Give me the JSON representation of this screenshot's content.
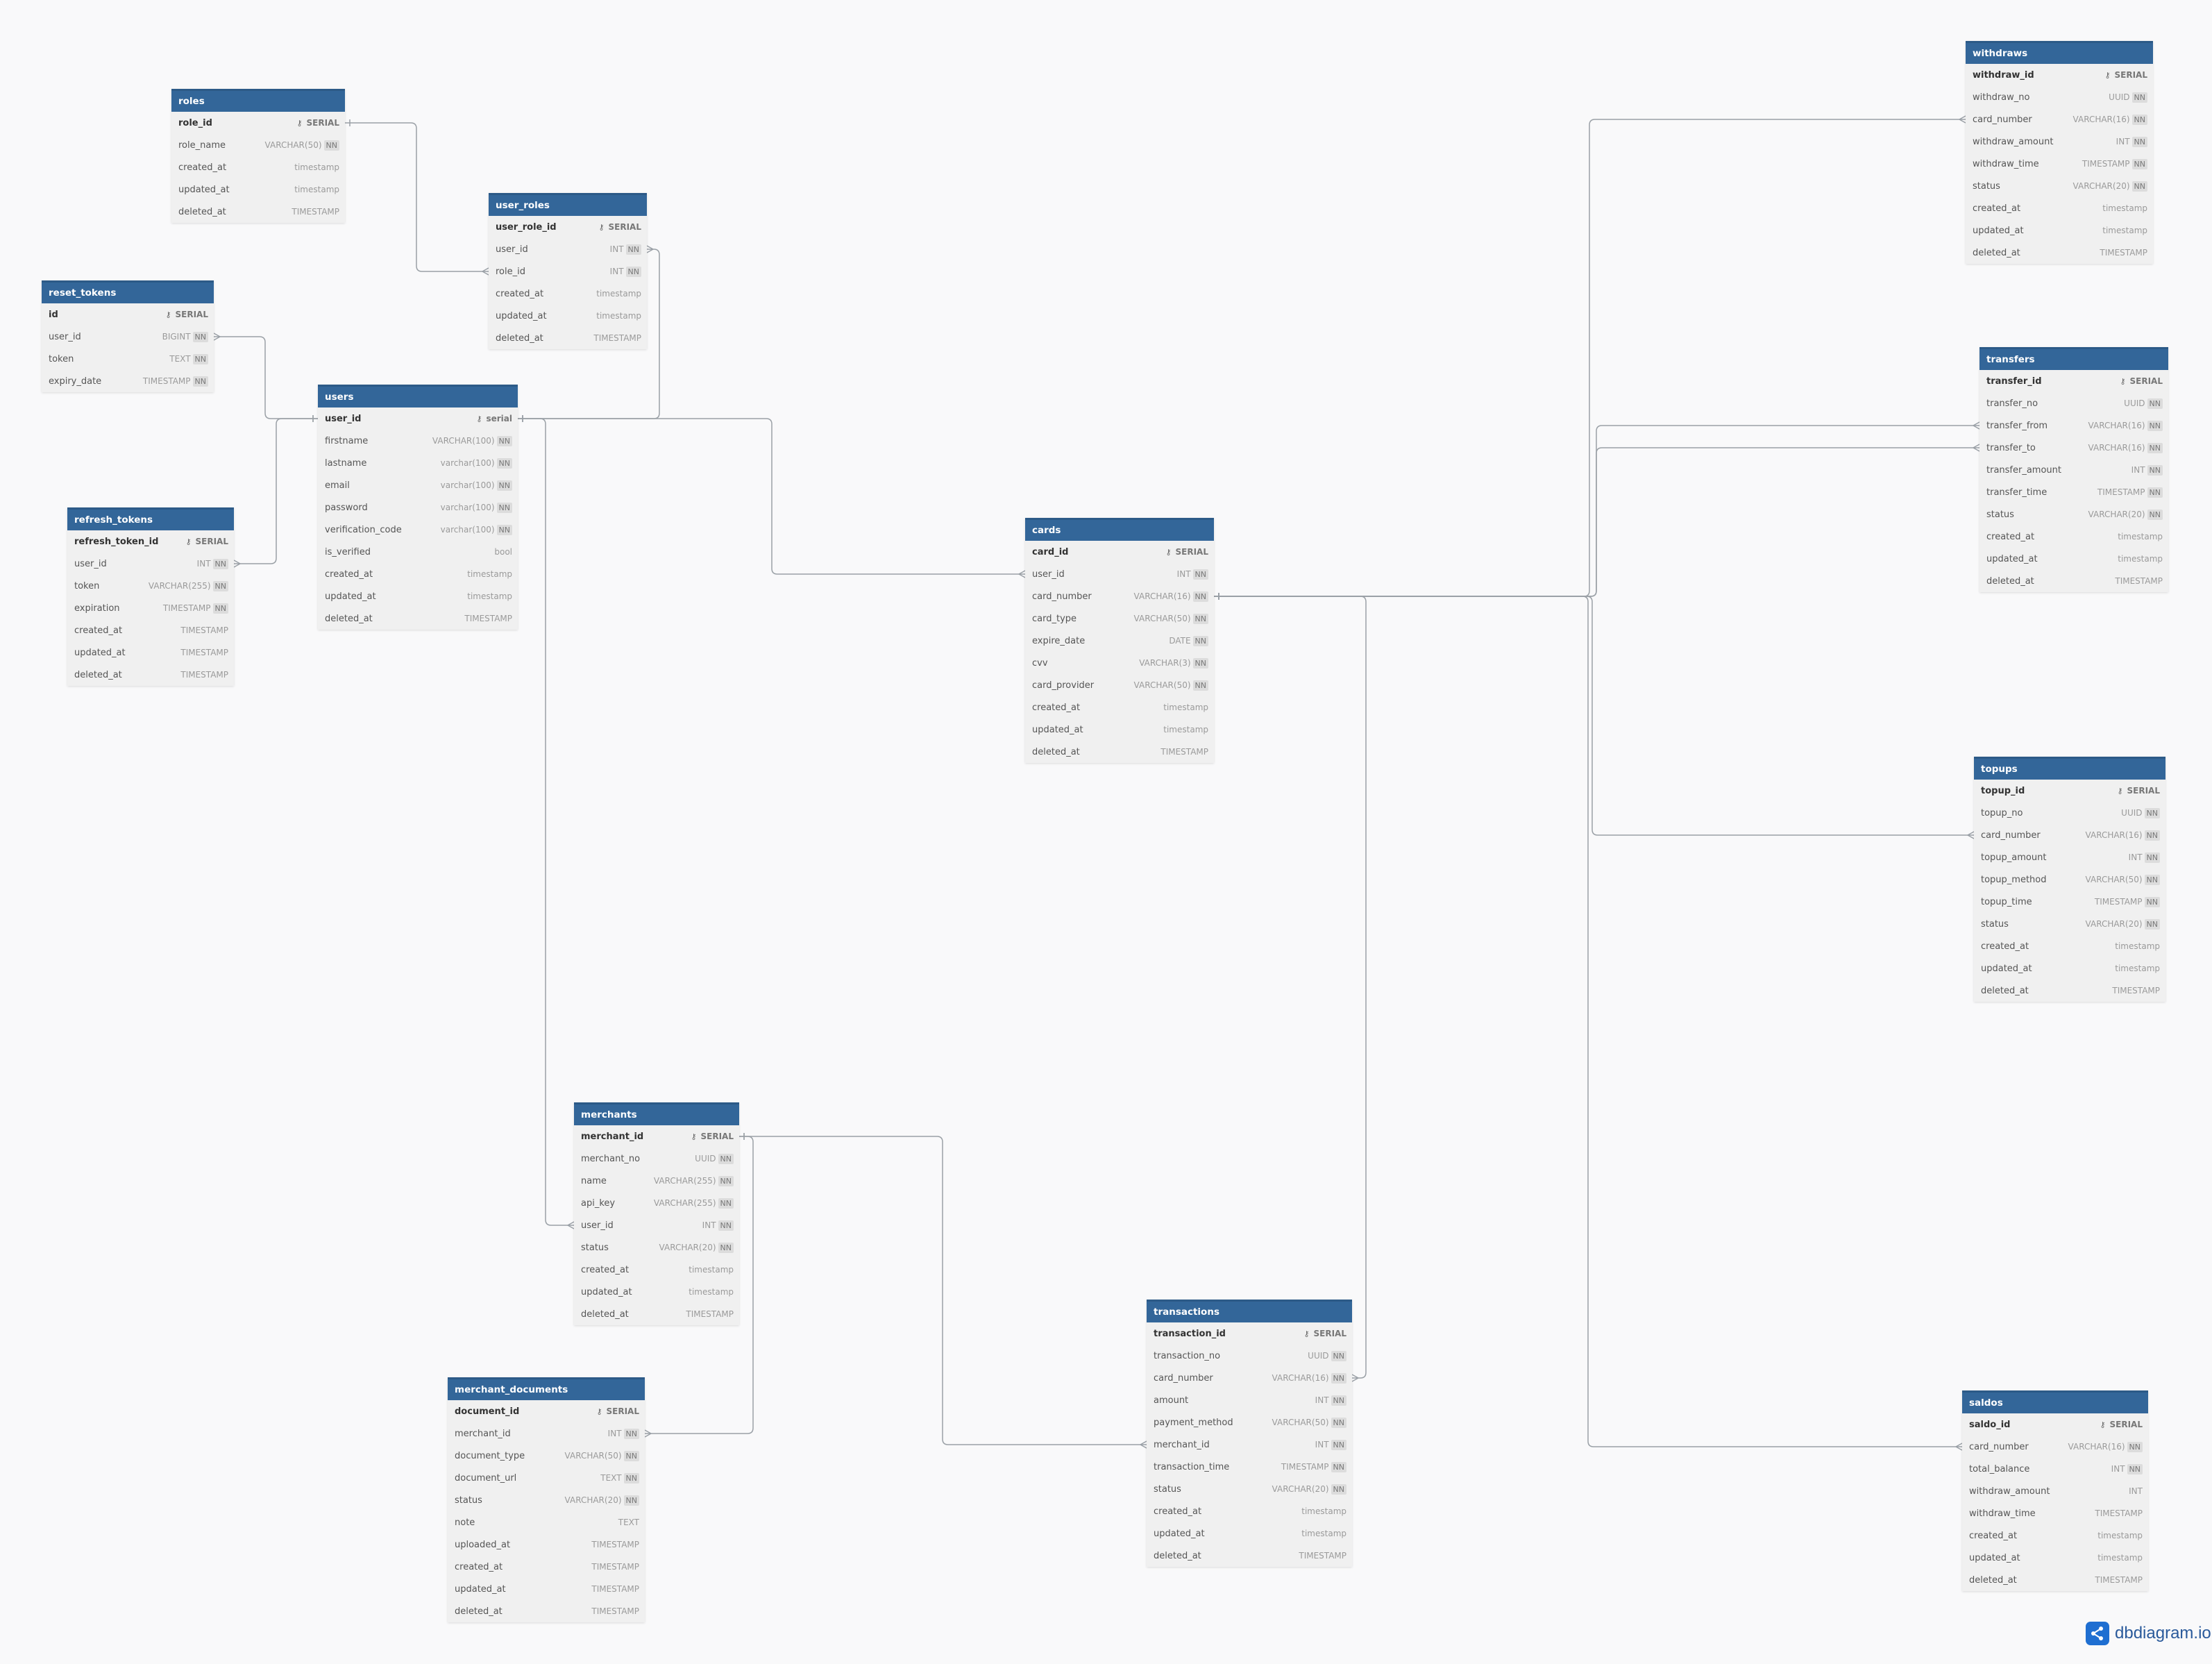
{
  "theme": {
    "header_color": "#336699",
    "line_color": "#9aa0a6",
    "background": "#f9f9fa"
  },
  "brand": {
    "name": "dbdiagram.io",
    "icon": "share-icon"
  },
  "tables": [
    {
      "id": "roles",
      "name": "roles",
      "fields": [
        {
          "name": "role_id",
          "type": "SERIAL",
          "pk": true
        },
        {
          "name": "role_name",
          "type": "VARCHAR(50)",
          "nn": "NN"
        },
        {
          "name": "created_at",
          "type": "timestamp"
        },
        {
          "name": "updated_at",
          "type": "timestamp"
        },
        {
          "name": "deleted_at",
          "type": "TIMESTAMP"
        }
      ]
    },
    {
      "id": "user_roles",
      "name": "user_roles",
      "fields": [
        {
          "name": "user_role_id",
          "type": "SERIAL",
          "pk": true
        },
        {
          "name": "user_id",
          "type": "INT",
          "nn": "NN"
        },
        {
          "name": "role_id",
          "type": "INT",
          "nn": "NN"
        },
        {
          "name": "created_at",
          "type": "timestamp"
        },
        {
          "name": "updated_at",
          "type": "timestamp"
        },
        {
          "name": "deleted_at",
          "type": "TIMESTAMP"
        }
      ]
    },
    {
      "id": "reset_tokens",
      "name": "reset_tokens",
      "fields": [
        {
          "name": "id",
          "type": "SERIAL",
          "pk": true
        },
        {
          "name": "user_id",
          "type": "BIGINT",
          "nn": "NN"
        },
        {
          "name": "token",
          "type": "TEXT",
          "nn": "NN"
        },
        {
          "name": "expiry_date",
          "type": "TIMESTAMP",
          "nn": "NN"
        }
      ]
    },
    {
      "id": "users",
      "name": "users",
      "fields": [
        {
          "name": "user_id",
          "type": "serial",
          "pk": true
        },
        {
          "name": "firstname",
          "type": "VARCHAR(100)",
          "nn": "NN"
        },
        {
          "name": "lastname",
          "type": "varchar(100)",
          "nn": "NN"
        },
        {
          "name": "email",
          "type": "varchar(100)",
          "nn": "NN"
        },
        {
          "name": "password",
          "type": "varchar(100)",
          "nn": "NN"
        },
        {
          "name": "verification_code",
          "type": "varchar(100)",
          "nn": "NN"
        },
        {
          "name": "is_verified",
          "type": "bool"
        },
        {
          "name": "created_at",
          "type": "timestamp"
        },
        {
          "name": "updated_at",
          "type": "timestamp"
        },
        {
          "name": "deleted_at",
          "type": "TIMESTAMP"
        }
      ]
    },
    {
      "id": "refresh_tokens",
      "name": "refresh_tokens",
      "fields": [
        {
          "name": "refresh_token_id",
          "type": "SERIAL",
          "pk": true
        },
        {
          "name": "user_id",
          "type": "INT",
          "nn": "NN"
        },
        {
          "name": "token",
          "type": "VARCHAR(255)",
          "nn": "NN"
        },
        {
          "name": "expiration",
          "type": "TIMESTAMP",
          "nn": "NN"
        },
        {
          "name": "created_at",
          "type": "TIMESTAMP"
        },
        {
          "name": "updated_at",
          "type": "TIMESTAMP"
        },
        {
          "name": "deleted_at",
          "type": "TIMESTAMP"
        }
      ]
    },
    {
      "id": "cards",
      "name": "cards",
      "fields": [
        {
          "name": "card_id",
          "type": "SERIAL",
          "pk": true
        },
        {
          "name": "user_id",
          "type": "INT",
          "nn": "NN"
        },
        {
          "name": "card_number",
          "type": "VARCHAR(16)",
          "nn": "NN"
        },
        {
          "name": "card_type",
          "type": "VARCHAR(50)",
          "nn": "NN"
        },
        {
          "name": "expire_date",
          "type": "DATE",
          "nn": "NN"
        },
        {
          "name": "cvv",
          "type": "VARCHAR(3)",
          "nn": "NN"
        },
        {
          "name": "card_provider",
          "type": "VARCHAR(50)",
          "nn": "NN"
        },
        {
          "name": "created_at",
          "type": "timestamp"
        },
        {
          "name": "updated_at",
          "type": "timestamp"
        },
        {
          "name": "deleted_at",
          "type": "TIMESTAMP"
        }
      ]
    },
    {
      "id": "merchants",
      "name": "merchants",
      "fields": [
        {
          "name": "merchant_id",
          "type": "SERIAL",
          "pk": true
        },
        {
          "name": "merchant_no",
          "type": "UUID",
          "nn": "NN"
        },
        {
          "name": "name",
          "type": "VARCHAR(255)",
          "nn": "NN"
        },
        {
          "name": "api_key",
          "type": "VARCHAR(255)",
          "nn": "NN"
        },
        {
          "name": "user_id",
          "type": "INT",
          "nn": "NN"
        },
        {
          "name": "status",
          "type": "VARCHAR(20)",
          "nn": "NN"
        },
        {
          "name": "created_at",
          "type": "timestamp"
        },
        {
          "name": "updated_at",
          "type": "timestamp"
        },
        {
          "name": "deleted_at",
          "type": "TIMESTAMP"
        }
      ]
    },
    {
      "id": "merchant_documents",
      "name": "merchant_documents",
      "fields": [
        {
          "name": "document_id",
          "type": "SERIAL",
          "pk": true
        },
        {
          "name": "merchant_id",
          "type": "INT",
          "nn": "NN"
        },
        {
          "name": "document_type",
          "type": "VARCHAR(50)",
          "nn": "NN"
        },
        {
          "name": "document_url",
          "type": "TEXT",
          "nn": "NN"
        },
        {
          "name": "status",
          "type": "VARCHAR(20)",
          "nn": "NN"
        },
        {
          "name": "note",
          "type": "TEXT"
        },
        {
          "name": "uploaded_at",
          "type": "TIMESTAMP"
        },
        {
          "name": "created_at",
          "type": "TIMESTAMP"
        },
        {
          "name": "updated_at",
          "type": "TIMESTAMP"
        },
        {
          "name": "deleted_at",
          "type": "TIMESTAMP"
        }
      ]
    },
    {
      "id": "transactions",
      "name": "transactions",
      "fields": [
        {
          "name": "transaction_id",
          "type": "SERIAL",
          "pk": true
        },
        {
          "name": "transaction_no",
          "type": "UUID",
          "nn": "NN"
        },
        {
          "name": "card_number",
          "type": "VARCHAR(16)",
          "nn": "NN"
        },
        {
          "name": "amount",
          "type": "INT",
          "nn": "NN"
        },
        {
          "name": "payment_method",
          "type": "VARCHAR(50)",
          "nn": "NN"
        },
        {
          "name": "merchant_id",
          "type": "INT",
          "nn": "NN"
        },
        {
          "name": "transaction_time",
          "type": "TIMESTAMP",
          "nn": "NN"
        },
        {
          "name": "status",
          "type": "VARCHAR(20)",
          "nn": "NN"
        },
        {
          "name": "created_at",
          "type": "timestamp"
        },
        {
          "name": "updated_at",
          "type": "timestamp"
        },
        {
          "name": "deleted_at",
          "type": "TIMESTAMP"
        }
      ]
    },
    {
      "id": "withdraws",
      "name": "withdraws",
      "fields": [
        {
          "name": "withdraw_id",
          "type": "SERIAL",
          "pk": true
        },
        {
          "name": "withdraw_no",
          "type": "UUID",
          "nn": "NN"
        },
        {
          "name": "card_number",
          "type": "VARCHAR(16)",
          "nn": "NN"
        },
        {
          "name": "withdraw_amount",
          "type": "INT",
          "nn": "NN"
        },
        {
          "name": "withdraw_time",
          "type": "TIMESTAMP",
          "nn": "NN"
        },
        {
          "name": "status",
          "type": "VARCHAR(20)",
          "nn": "NN"
        },
        {
          "name": "created_at",
          "type": "timestamp"
        },
        {
          "name": "updated_at",
          "type": "timestamp"
        },
        {
          "name": "deleted_at",
          "type": "TIMESTAMP"
        }
      ]
    },
    {
      "id": "transfers",
      "name": "transfers",
      "fields": [
        {
          "name": "transfer_id",
          "type": "SERIAL",
          "pk": true
        },
        {
          "name": "transfer_no",
          "type": "UUID",
          "nn": "NN"
        },
        {
          "name": "transfer_from",
          "type": "VARCHAR(16)",
          "nn": "NN"
        },
        {
          "name": "transfer_to",
          "type": "VARCHAR(16)",
          "nn": "NN"
        },
        {
          "name": "transfer_amount",
          "type": "INT",
          "nn": "NN"
        },
        {
          "name": "transfer_time",
          "type": "TIMESTAMP",
          "nn": "NN"
        },
        {
          "name": "status",
          "type": "VARCHAR(20)",
          "nn": "NN"
        },
        {
          "name": "created_at",
          "type": "timestamp"
        },
        {
          "name": "updated_at",
          "type": "timestamp"
        },
        {
          "name": "deleted_at",
          "type": "TIMESTAMP"
        }
      ]
    },
    {
      "id": "topups",
      "name": "topups",
      "fields": [
        {
          "name": "topup_id",
          "type": "SERIAL",
          "pk": true
        },
        {
          "name": "topup_no",
          "type": "UUID",
          "nn": "NN"
        },
        {
          "name": "card_number",
          "type": "VARCHAR(16)",
          "nn": "NN"
        },
        {
          "name": "topup_amount",
          "type": "INT",
          "nn": "NN"
        },
        {
          "name": "topup_method",
          "type": "VARCHAR(50)",
          "nn": "NN"
        },
        {
          "name": "topup_time",
          "type": "TIMESTAMP",
          "nn": "NN"
        },
        {
          "name": "status",
          "type": "VARCHAR(20)",
          "nn": "NN"
        },
        {
          "name": "created_at",
          "type": "timestamp"
        },
        {
          "name": "updated_at",
          "type": "timestamp"
        },
        {
          "name": "deleted_at",
          "type": "TIMESTAMP"
        }
      ]
    },
    {
      "id": "saldos",
      "name": "saldos",
      "fields": [
        {
          "name": "saldo_id",
          "type": "SERIAL",
          "pk": true
        },
        {
          "name": "card_number",
          "type": "VARCHAR(16)",
          "nn": "NN"
        },
        {
          "name": "total_balance",
          "type": "INT",
          "nn": "NN"
        },
        {
          "name": "withdraw_amount",
          "type": "INT"
        },
        {
          "name": "withdraw_time",
          "type": "TIMESTAMP"
        },
        {
          "name": "created_at",
          "type": "timestamp"
        },
        {
          "name": "updated_at",
          "type": "timestamp"
        },
        {
          "name": "deleted_at",
          "type": "TIMESTAMP"
        }
      ]
    }
  ],
  "relations": [
    {
      "from": "roles.role_id",
      "to": "user_roles.role_id"
    },
    {
      "from": "users.user_id",
      "to": "user_roles.user_id"
    },
    {
      "from": "users.user_id",
      "to": "reset_tokens.user_id"
    },
    {
      "from": "users.user_id",
      "to": "refresh_tokens.user_id"
    },
    {
      "from": "users.user_id",
      "to": "cards.user_id"
    },
    {
      "from": "users.user_id",
      "to": "merchants.user_id"
    },
    {
      "from": "merchants.merchant_id",
      "to": "merchant_documents.merchant_id"
    },
    {
      "from": "merchants.merchant_id",
      "to": "transactions.merchant_id"
    },
    {
      "from": "cards.card_number",
      "to": "transactions.card_number"
    },
    {
      "from": "cards.card_number",
      "to": "withdraws.card_number"
    },
    {
      "from": "cards.card_number",
      "to": "transfers.transfer_from"
    },
    {
      "from": "cards.card_number",
      "to": "transfers.transfer_to"
    },
    {
      "from": "cards.card_number",
      "to": "topups.card_number"
    },
    {
      "from": "cards.card_number",
      "to": "saldos.card_number"
    }
  ]
}
